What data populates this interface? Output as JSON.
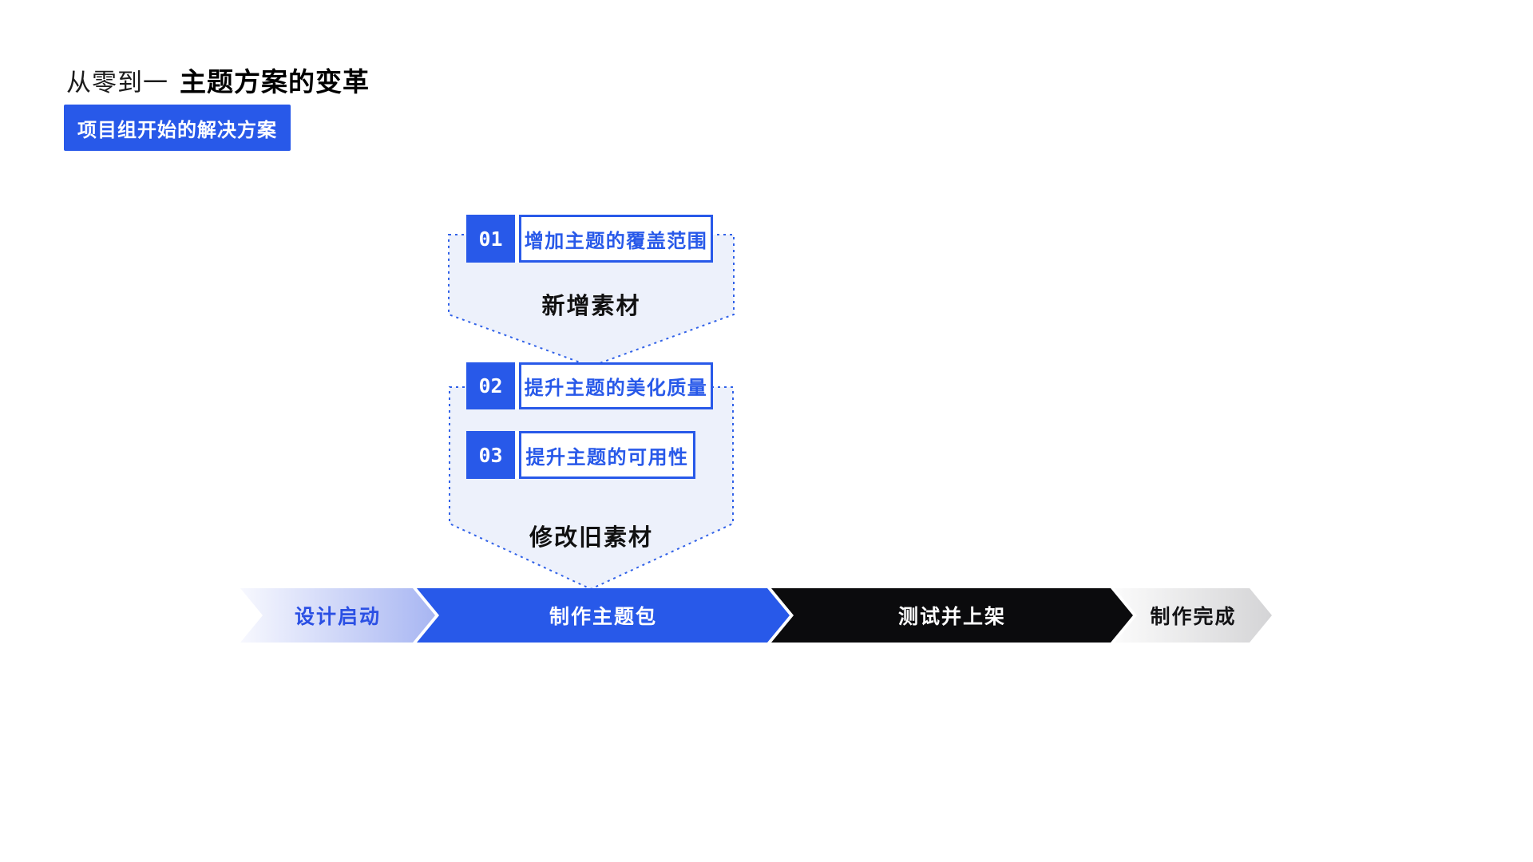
{
  "header": {
    "title_light": "从零到一",
    "title_bold": "主题方案的变革",
    "badge": "项目组开始的解决方案"
  },
  "diagram": {
    "groups": [
      {
        "label": "新增素材",
        "items": [
          {
            "number": "01",
            "text": "增加主题的覆盖范围"
          }
        ]
      },
      {
        "label": "修改旧素材",
        "items": [
          {
            "number": "02",
            "text": "提升主题的美化质量"
          },
          {
            "number": "03",
            "text": "提升主题的可用性"
          }
        ]
      }
    ]
  },
  "flow": {
    "steps": [
      {
        "label": "设计启动",
        "style": "gradient-light-blue"
      },
      {
        "label": "制作主题包",
        "style": "solid-blue"
      },
      {
        "label": "测试并上架",
        "style": "black"
      },
      {
        "label": "制作完成",
        "style": "gradient-gray"
      }
    ]
  },
  "colors": {
    "accent_blue": "#2859E9",
    "pentagon_fill": "#EDF1FB",
    "pentagon_dotted_border": "#3061E8",
    "flow_step1_gradient": [
      "#F7F8FE",
      "#A8B6F2"
    ],
    "flow_step1_text": "#2B50E4",
    "flow_step3_bg": "#0B0B0D",
    "flow_step4_gradient": [
      "#FBFBFB",
      "#D4D4D6"
    ],
    "title_color": "#111111"
  }
}
